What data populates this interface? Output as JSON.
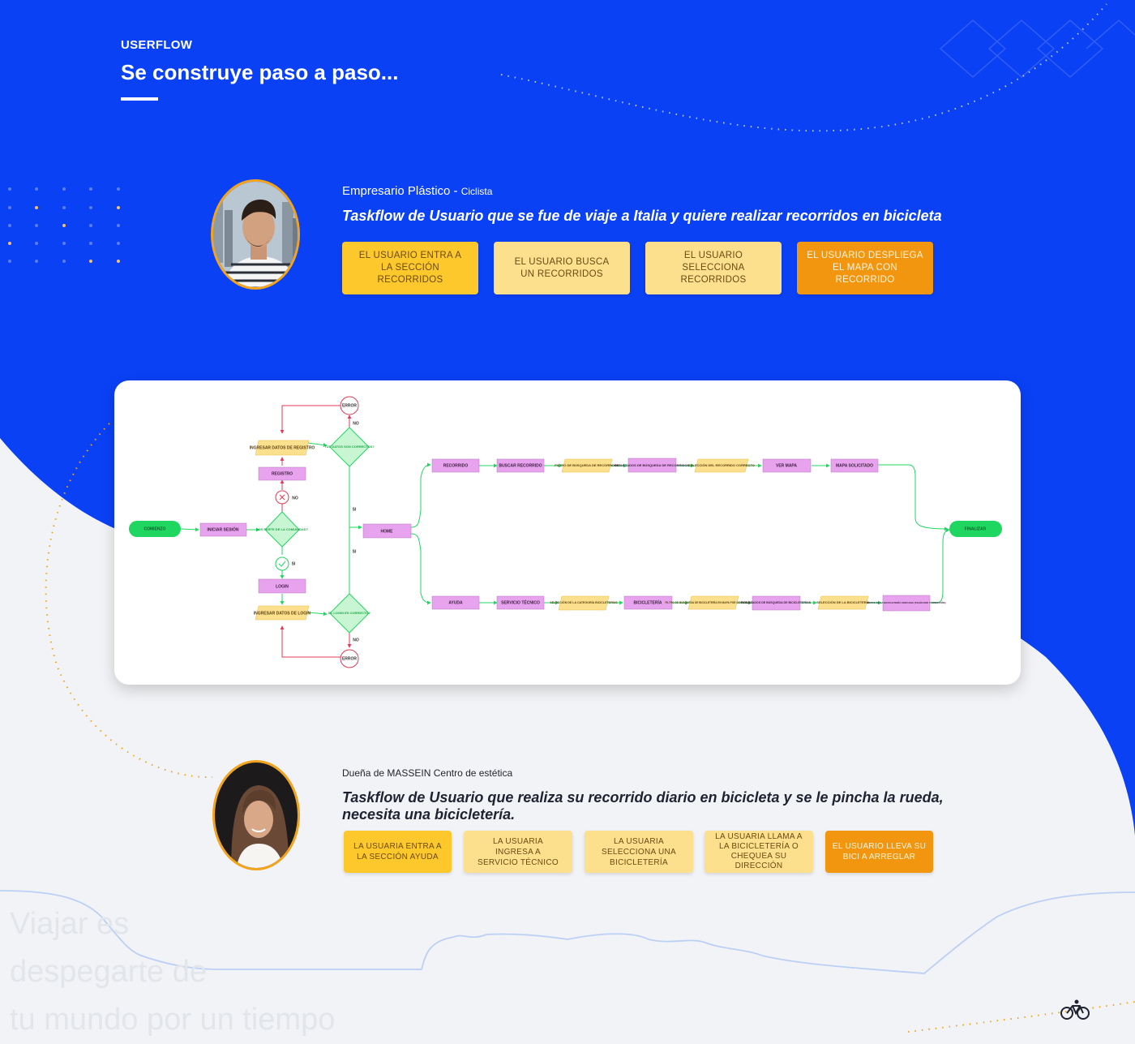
{
  "header": {
    "eyebrow": "USERFLOW",
    "title": "Se construye paso a paso..."
  },
  "persona1": {
    "role_main": "Empresario Plástico - ",
    "role_sub": "Ciclista",
    "taskflow": "Taskflow de Usuario que se fue de viaje a Italia y quiere realizar recorridos en bicicleta",
    "steps": [
      "EL USUARIO ENTRA A LA SECCIÓN RECORRIDOS",
      "EL USUARIO BUSCA UN RECORRIDOS",
      "EL USUARIO SELECCIONA RECORRIDOS",
      "EL USUARIO DESPLIEGA EL MAPA CON RECORRIDO"
    ]
  },
  "persona2": {
    "role": "Dueña de MASSEIN Centro de estética",
    "taskflow_line1": "Taskflow de Usuario que realiza su recorrido diario en bicicleta y se le pincha la rueda,",
    "taskflow_line2": "necesita una bicicletería.",
    "steps": [
      "LA USUARIA ENTRA A LA SECCIÓN AYUDA",
      "LA USUARIA INGRESA A SERVICIO TÉCNICO",
      "LA USUARIA SELECCIONA UNA BICICLETERÍA",
      "LA USUARIA LLAMA A LA BICICLETERÍA O CHEQUEA SU DIRECCIÓN",
      "EL USUARIO LLEVA SU BICI A ARREGLAR"
    ]
  },
  "flow": {
    "start": "COMIENZO",
    "end": "FINALIZAR",
    "login_branch": {
      "iniciar": "INICIAR SESIÓN",
      "decision_member": "SOS PARTE DE LA COMUNIDAD?",
      "registro": "REGISTRO",
      "ingresar_registro": "INGRESAR DATOS DE REGISTRO",
      "decision_data": "TUS DATOS SON CORRECTOS?",
      "login": "LOGIN",
      "ingresar_login": "INGRESAR DATOS DE LOGIN",
      "decision_login": "EL LOGIN ES CORRECTO?",
      "error": "ERROR",
      "no": "NO",
      "si": "SI",
      "home": "HOME"
    },
    "top_row": [
      "RECORRIDO",
      "BUSCAR RECORRIDO",
      "FILTRO DE BÚSQUEDA DE RECORRIDOS",
      "RESULTADOS DE BÚSQUEDA DE RECORRIDOS",
      "SELECCIÓN DEL RECORRIDO CORRECTO",
      "VER MAPA",
      "MAPA SOLICITADO"
    ],
    "bottom_row": [
      "AYUDA",
      "SERVICIO TÉCNICO",
      "SELECCIÓN DE LA CATEGORÍA BICICLETERÍAS",
      "BICICLETERÍA",
      "FILTRO DE BÚSQUEDA DE BICICLETERÍA EN MAPA POR GEOLOCALIZACIÓN",
      "RESULTADOS DE BÚSQUEDA DE BICICLETERÍAS",
      "SELECCIÓN DE LA BICICLETERÍA",
      "DATOS DE LA BICICLETERÍA CERCANA (TELÉFONO Y DIRECCIÓN)"
    ]
  },
  "footer": {
    "ghost_line1": "Viajar es",
    "ghost_line2": "despegarte de",
    "ghost_line3": "tu mundo por un tiempo"
  },
  "colors": {
    "blue": "#0a41f5",
    "yellow": "#fcc82b",
    "light_yellow": "#fde08d",
    "orange": "#f2960f",
    "pink": "#e8a3ee",
    "green": "#1fd760"
  }
}
